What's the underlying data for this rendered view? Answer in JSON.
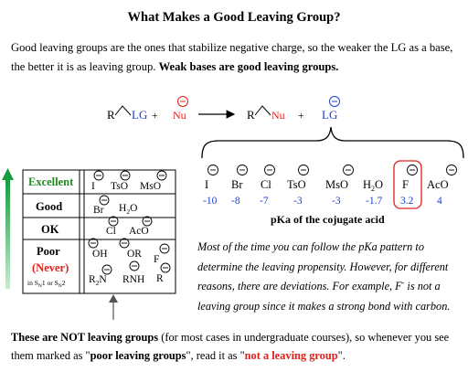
{
  "title": "What Makes a Good Leaving Group?",
  "intro": {
    "text": "Good leaving groups are the ones that stabilize negative charge, so the weaker the LG as a base, the better it is as leaving group.",
    "bold": "Weak bases are good leaving groups."
  },
  "reaction": {
    "lg": "LG",
    "r": "R",
    "plus": "+",
    "nu": "Nu",
    "minus": "−"
  },
  "conj_base_row": {
    "ions": [
      "I",
      "Br",
      "Cl",
      "TsO",
      "MsO",
      "H",
      "2",
      "O",
      "F",
      "AcO"
    ],
    "pka": [
      "-10",
      "-8",
      "-7",
      "-3",
      "-3",
      "-1.7",
      "3.2",
      "4"
    ],
    "caption": "pKa of the cojugate acid"
  },
  "table": {
    "rows": [
      {
        "label": "Excellent",
        "color": "#1f8a1f"
      },
      {
        "label": "Good",
        "color": "#000000"
      },
      {
        "label": "OK",
        "color": "#000000"
      },
      {
        "label": "Poor",
        "color": "#000000"
      }
    ],
    "never": "(Never)",
    "sn_note": "in S",
    "sn_sub1": "N",
    "sn_1": "1 or S",
    "sn_sub2": "N",
    "sn_2": "2",
    "cells": {
      "excellent": [
        "I",
        "TsO",
        "MsO"
      ],
      "good": [
        "Br",
        "H",
        "2",
        "O"
      ],
      "ok": [
        "Cl",
        "AcO"
      ],
      "poor": [
        "OH",
        "OR",
        "F",
        "R",
        "2",
        "N",
        "RNH",
        "R"
      ]
    }
  },
  "note": {
    "line1": "Most of the time you can follow the pKa pattern to determine the leaving propensity. However, for different reasons, there are deviations. For example, F",
    "sup": "-",
    "line2": " is not a leaving group since it makes a strong bond with carbon."
  },
  "footer": {
    "bold1": "These are NOT leaving groups",
    "text1": " (for most cases in undergraduate courses), so whenever you see them marked as \"",
    "bold2": "poor leaving groups",
    "text2": "\", read it as \"",
    "red": "not a leaving group",
    "text3": "\"."
  },
  "colors": {
    "red": "#e0201a",
    "blue": "#1a3fd1",
    "green": "#1f8a1f"
  }
}
